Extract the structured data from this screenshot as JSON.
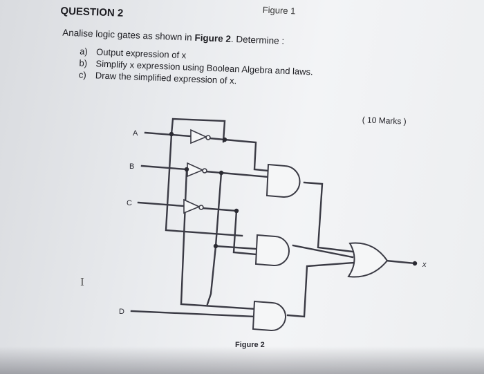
{
  "header": {
    "question_title": "QUESTION 2",
    "figure_caption_top": "Figure 1"
  },
  "body": {
    "intro_text": "Analise logic gates as shown in ",
    "intro_bold": "Figure 2",
    "intro_end": ". Determine :",
    "items": [
      {
        "label": "a)",
        "text": "Output expression of x"
      },
      {
        "label": "b)",
        "text": "Simplify x expression using Boolean Algebra and laws."
      },
      {
        "label": "c)",
        "text": "Draw the simplified expression of x."
      }
    ],
    "marks": "( 10 Marks )"
  },
  "figure": {
    "inputs": [
      "A",
      "B",
      "C",
      "D"
    ],
    "output": "x",
    "caption": "Figure 2"
  },
  "cursor_glyph": "I"
}
